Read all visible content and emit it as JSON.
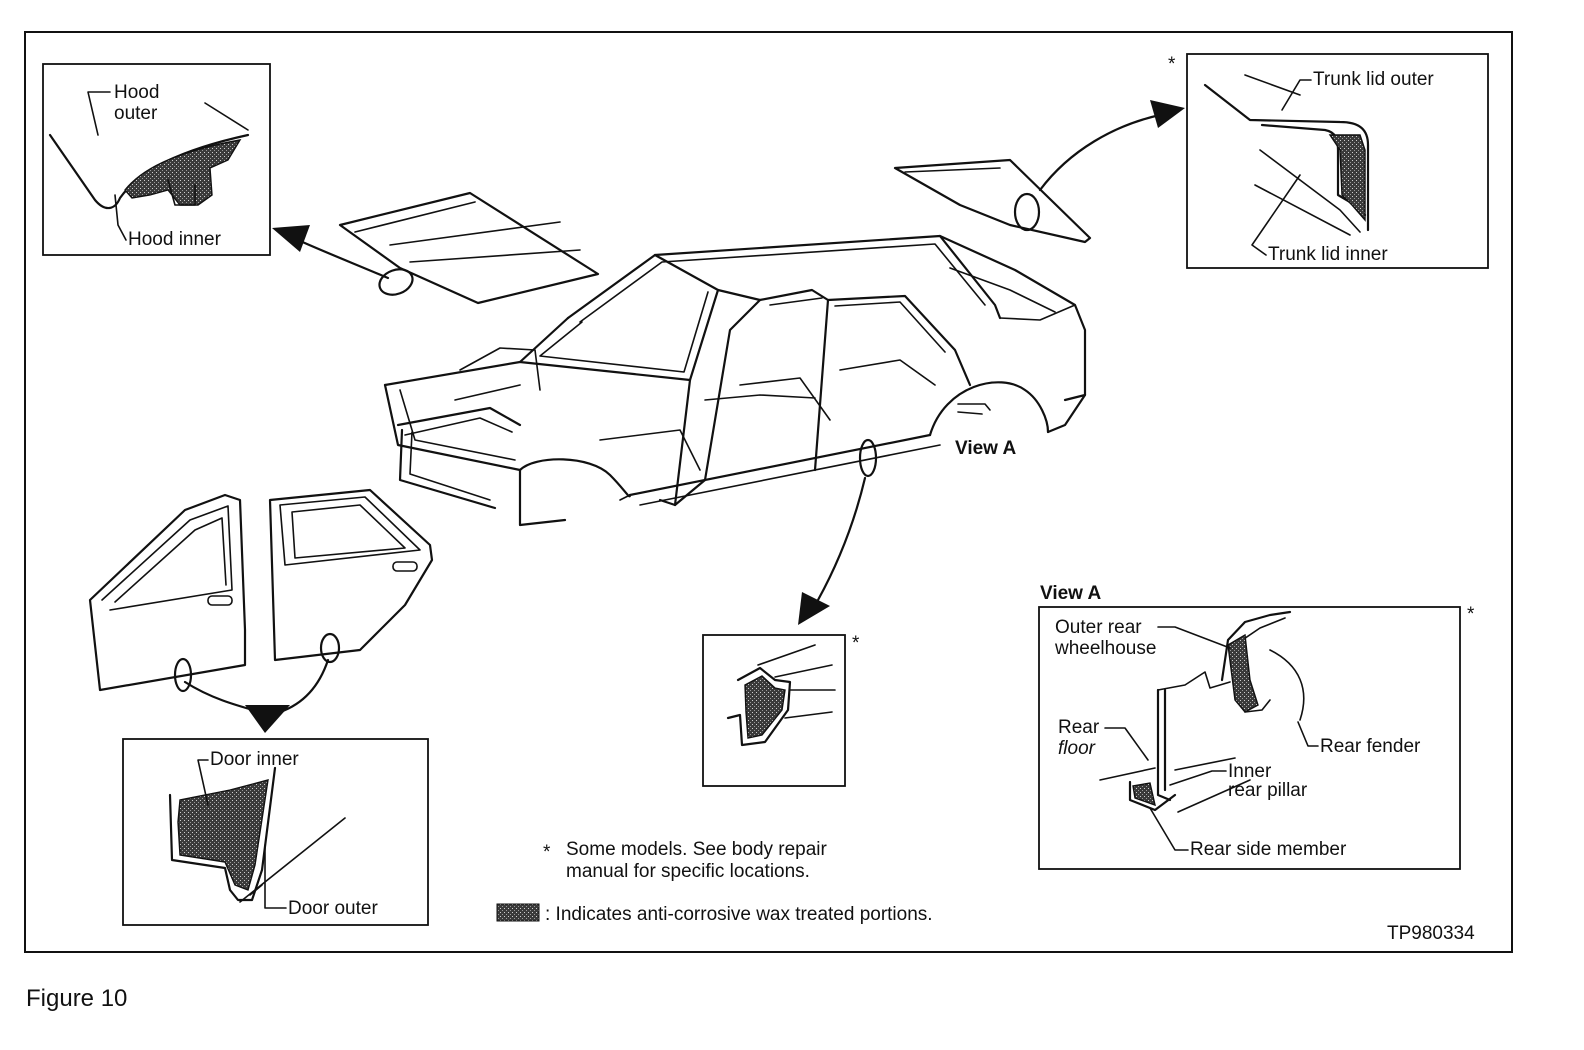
{
  "labels": {
    "hood_outer_1": "Hood",
    "hood_outer_2": "outer",
    "hood_inner": "Hood inner",
    "trunk_lid_outer": "Trunk lid outer",
    "trunk_lid_inner": "Trunk lid inner",
    "door_inner": "Door inner",
    "door_outer": "Door outer",
    "view_a_callout": "View A",
    "view_a_title": "View A",
    "outer_rear_wheelhouse_1": "Outer rear",
    "outer_rear_wheelhouse_2": "wheelhouse",
    "rear_floor_1": "Rear",
    "rear_floor_2": "floor",
    "rear_fender": "Rear fender",
    "inner_rear_pillar_1": "Inner",
    "inner_rear_pillar_2": "rear pillar",
    "rear_side_member": "Rear side member"
  },
  "asterisk": "*",
  "notes": {
    "some_models_1": "Some models.  See body repair",
    "some_models_2": "manual for specific locations.",
    "wax_legend": ":  Indicates anti-corrosive wax treated portions."
  },
  "figure_code": "TP980334",
  "figure_caption": "Figure 10"
}
